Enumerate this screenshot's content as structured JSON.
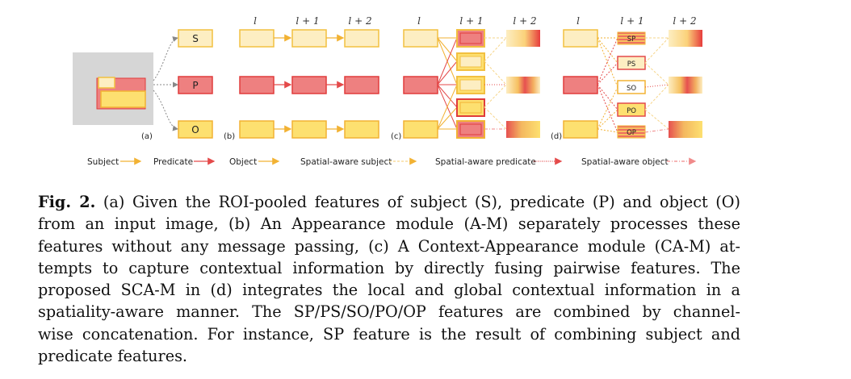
{
  "figure": {
    "boxes": {
      "subject": "S",
      "predicate": "P",
      "object": "O"
    },
    "panels": [
      "(a)",
      "(b)",
      "(c)",
      "(d)"
    ],
    "layers": [
      "l",
      "l + 1",
      "l + 2"
    ],
    "scam_boxes": [
      "SP",
      "PS",
      "SO",
      "PO",
      "OP"
    ],
    "legend": [
      {
        "label": "Subject",
        "color": "#f2b233",
        "style": "solid"
      },
      {
        "label": "Predicate",
        "color": "#e44a4a",
        "style": "solid"
      },
      {
        "label": "Object",
        "color": "#f2b233",
        "style": "solid"
      },
      {
        "label": "Spatial-aware subject",
        "color": "#f6d58a",
        "style": "dashed"
      },
      {
        "label": "Spatial-aware predicate",
        "color": "#e44a4a",
        "style": "dotted"
      },
      {
        "label": "Spatial-aware object",
        "color": "#f08a8a",
        "style": "dashdot"
      }
    ],
    "colors": {
      "subject_fill": "#fdeec2",
      "subject_stroke": "#f2c040",
      "predicate_fill": "#ee8080",
      "predicate_stroke": "#e03c3c",
      "object_fill": "#fde070",
      "object_stroke": "#f2b233",
      "image_bg": "#d6d6d6"
    }
  },
  "caption": {
    "label": "Fig. 2.",
    "lines": [
      " (a) Given the ROI-pooled features of subject (S), predicate (P) and object (O)",
      "from an input image, (b) An Appearance module (A-M) separately processes these",
      "features without any message passing, (c) A Context-Appearance module (CA-M) at-",
      "tempts to capture contextual information by directly fusing pairwise features. The",
      "proposed SCA-M in (d) integrates the local and global contextual information in a",
      "spatiality-aware manner. The SP/PS/SO/PO/OP features are combined by channel-",
      "wise concatenation. For instance, SP feature is the result of combining subject and",
      "predicate features."
    ]
  }
}
